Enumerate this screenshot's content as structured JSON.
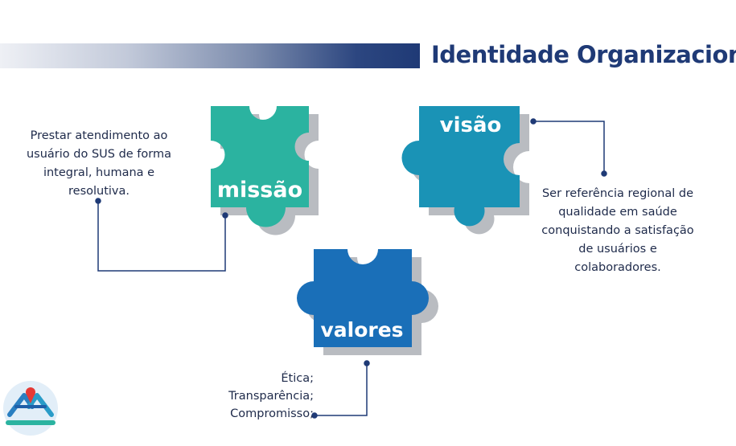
{
  "header": {
    "title": "Identidade Organizacional"
  },
  "pieces": {
    "missao": {
      "label": "missão",
      "color": "#2bb3a0",
      "description": "Prestar atendimento ao usuário do SUS de forma integral, humana e resolutiva."
    },
    "visao": {
      "label": "visão",
      "color": "#1a93b6",
      "description": "Ser referência regional de qualidade em saúde conquistando a satisfação de usuários e colaboradores."
    },
    "valores": {
      "label": "valores",
      "color": "#1a6fb8",
      "items": [
        "Ética;",
        "Transparência;",
        "Compromisso;"
      ]
    }
  },
  "colors": {
    "shadow": "#b9bcc1",
    "connector": "#1f3a76",
    "title": "#1f3a76"
  },
  "logo": {
    "icon": "health-network-logo-icon"
  }
}
